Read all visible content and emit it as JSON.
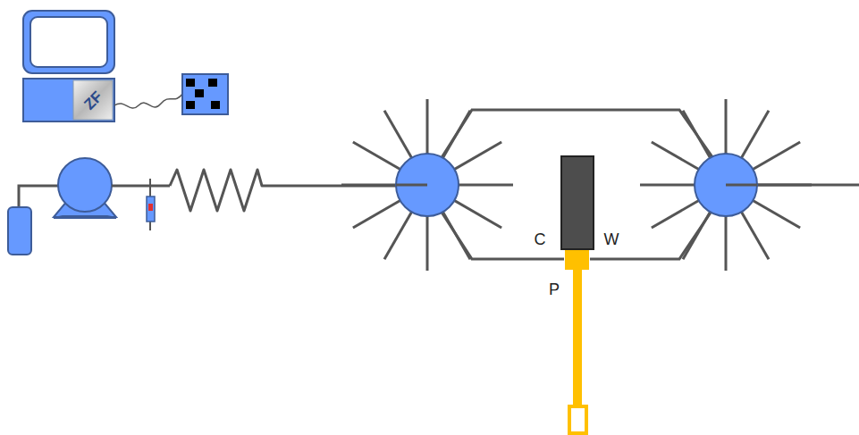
{
  "diagram": {
    "labels": [
      "ZF",
      "C",
      "W",
      "P"
    ]
  }
}
